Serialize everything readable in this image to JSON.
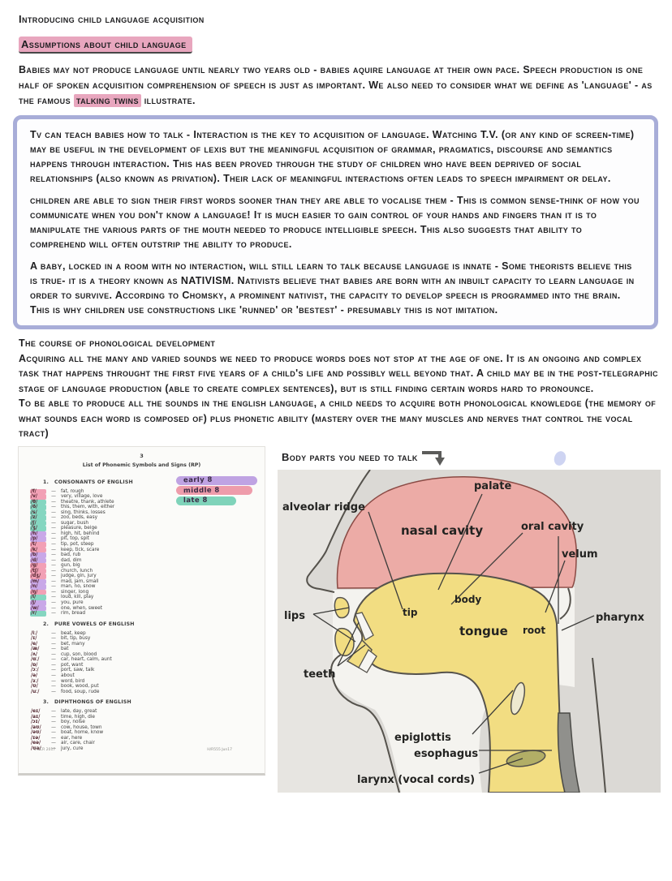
{
  "notes": {
    "title": "Introducing child language acquisition",
    "heading_assumptions": "Assumptions about child language",
    "para_babies": {
      "pre": "Babies may not produce language until nearly two years old - babies aquire language at their own pace. Speech production is one half of spoken acquisition comprehension of speech is just as important. We also need to consider what we define as 'language' - as the famous ",
      "highlight": "talking twins",
      "post": " illustrate."
    },
    "box_paragraphs": [
      "Tv can teach babies how to talk - Interaction is the key to acquisition of language. Watching T.V. (or any kind of screen-time) may be useful in the development of lexis but the meaningful acquisition of grammar, pragmatics, discourse and semantics happens through interaction. This has been proved through the study of children who have been deprived of social relationships (also known as privation). Their lack of meaningful interactions often leads to speech impairment or delay.",
      "children are able to sign their first words sooner than they are able to vocalise them - This is common sense-think of how you communicate when you don't know a language! It is much easier to gain control of your hands and fingers than it is to manipulate the various parts of the mouth needed to produce intelligible speech. This also suggests that ability to comprehend will often outstrip the ability to produce.",
      "A baby, locked in a room with no interaction, will still learn to talk because language is innate - Some theorists believe this is true- it is a theory known as NATIVISM. Nativists believe that babies are born with an inbuilt capacity to learn language in order to survive. According to Chomsky, a prominent nativist, the capacity to develop speech is programmed into the brain. This is why children use constructions like 'runned' or 'bestest' - presumably this is not imitation."
    ],
    "phonology_heading": "The course of phonological development",
    "phonology_para1": "Acquiring all the many and varied sounds we need to produce words does not stop at the age of one. It is an ongoing and complex task that happens throught the first five years of a child's life and possibly well beyond that. A child may be in the post-telegraphic stage of language production (able to create complex sentences), but is still finding certain words hard to pronounce.",
    "phonology_para2": "To be able to produce all the sounds in the english language, a child needs to acquire both phonological knowledge (the memory of what sounds each word is composed of) plus phonetic ability (mastery over the many muscles and nerves that control the vocal tract)",
    "body_parts_heading": "Body parts you need to talk"
  },
  "colors": {
    "highlight_pink": "#e8a6be",
    "box_border": "#a8add8",
    "nasal_cavity_pink": "#ecaba6",
    "tongue_yellow": "#f2dd82",
    "larynx_olive": "#b2ae66"
  },
  "phonemic_chart": {
    "page_number": "3",
    "title": "List of Phonemic Symbols and Signs (RP)",
    "legend": [
      {
        "label": "early 8",
        "color": "#bfa3e3"
      },
      {
        "label": "middle 8",
        "color": "#ee9cab"
      },
      {
        "label": "late 8",
        "color": "#7fd3ba"
      }
    ],
    "group_colors": {
      "early": "#c9a8e8",
      "middle": "#f2a0b5",
      "late": "#85d6c0"
    },
    "sections": [
      {
        "number": "1.",
        "heading": "CONSONANTS OF ENGLISH",
        "rows": [
          {
            "symbol": "/f/",
            "examples": "fat, rough",
            "group": "middle"
          },
          {
            "symbol": "/v/",
            "examples": "very, village, love",
            "group": "middle"
          },
          {
            "symbol": "/θ/",
            "examples": "theatre, thank, athlete",
            "group": "late"
          },
          {
            "symbol": "/ð/",
            "examples": "this, them, with, either",
            "group": "late"
          },
          {
            "symbol": "/s/",
            "examples": "sing, thinks, losses",
            "group": "late"
          },
          {
            "symbol": "/z/",
            "examples": "zoo, beds, easy",
            "group": "late"
          },
          {
            "symbol": "/ʃ/",
            "examples": "sugar, bush",
            "group": "late"
          },
          {
            "symbol": "/ʒ/",
            "examples": "pleasure, beige",
            "group": "late"
          },
          {
            "symbol": "/h/",
            "examples": "high, hit, behind",
            "group": "early"
          },
          {
            "symbol": "/p/",
            "examples": "pit, top, spit",
            "group": "early"
          },
          {
            "symbol": "/t/",
            "examples": "tip, pot, steep",
            "group": "middle"
          },
          {
            "symbol": "/k/",
            "examples": "keep, tick, scare",
            "group": "middle"
          },
          {
            "symbol": "/b/",
            "examples": "bad, rub",
            "group": "early"
          },
          {
            "symbol": "/d/",
            "examples": "dad, dim",
            "group": "early"
          },
          {
            "symbol": "/g/",
            "examples": "gun, big",
            "group": "middle"
          },
          {
            "symbol": "/tʃ/",
            "examples": "church, lunch",
            "group": "middle"
          },
          {
            "symbol": "/dʒ/",
            "examples": "judge, gin, jury",
            "group": "middle"
          },
          {
            "symbol": "/m/",
            "examples": "mad, jam, small",
            "group": "early"
          },
          {
            "symbol": "/n/",
            "examples": "man, no, snow",
            "group": "early"
          },
          {
            "symbol": "/ŋ/",
            "examples": "singer, long",
            "group": "middle"
          },
          {
            "symbol": "/l/",
            "examples": "loud, kill, play",
            "group": "late"
          },
          {
            "symbol": "/j/",
            "examples": "you, pure",
            "group": "early"
          },
          {
            "symbol": "/w/",
            "examples": "one, when, sweet",
            "group": "early"
          },
          {
            "symbol": "/r/",
            "examples": "rim, bread",
            "group": "late"
          }
        ]
      },
      {
        "number": "2.",
        "heading": "PURE VOWELS OF ENGLISH",
        "rows": [
          {
            "symbol": "/iː/",
            "examples": "beat, keep"
          },
          {
            "symbol": "/ɪ/",
            "examples": "bit, tip, busy"
          },
          {
            "symbol": "/e/",
            "examples": "bet, many"
          },
          {
            "symbol": "/æ/",
            "examples": "bat"
          },
          {
            "symbol": "/ʌ/",
            "examples": "cup, son, blood"
          },
          {
            "symbol": "/ɑː/",
            "examples": "car, heart, calm, aunt"
          },
          {
            "symbol": "/ɒ/",
            "examples": "pot, want"
          },
          {
            "symbol": "/ɔː/",
            "examples": "port, saw, talk"
          },
          {
            "symbol": "/ə/",
            "examples": "about"
          },
          {
            "symbol": "/ɜː/",
            "examples": "word, bird"
          },
          {
            "symbol": "/ʊ/",
            "examples": "book, wood, put"
          },
          {
            "symbol": "/uː/",
            "examples": "food, soup, rude"
          }
        ]
      },
      {
        "number": "3.",
        "heading": "DIPHTHONGS OF ENGLISH",
        "rows": [
          {
            "symbol": "/eɪ/",
            "examples": "late, day, great"
          },
          {
            "symbol": "/aɪ/",
            "examples": "time, high, die"
          },
          {
            "symbol": "/ɔɪ/",
            "examples": "boy, noise"
          },
          {
            "symbol": "/aʊ/",
            "examples": "cow, house, town"
          },
          {
            "symbol": "/əʊ/",
            "examples": "boat, home, know"
          },
          {
            "symbol": "/ɪə/",
            "examples": "ear, here"
          },
          {
            "symbol": "/eə/",
            "examples": "air, care, chair"
          },
          {
            "symbol": "/ʊə/",
            "examples": "jury, cure"
          }
        ]
      }
    ],
    "footer_left": "©OCR 2017",
    "footer_right": "H/R555 Jun17"
  },
  "diagram": {
    "labels": {
      "palate": "palate",
      "alveolar_ridge": "alveolar ridge",
      "nasal_cavity": "nasal cavity",
      "oral_cavity": "oral cavity",
      "velum": "velum",
      "lips": "lips",
      "tip": "tip",
      "body": "body",
      "tongue": "tongue",
      "root": "root",
      "pharynx": "pharynx",
      "teeth": "teeth",
      "epiglottis": "epiglottis",
      "esophagus": "esophagus",
      "larynx": "larynx (vocal cords)"
    }
  }
}
